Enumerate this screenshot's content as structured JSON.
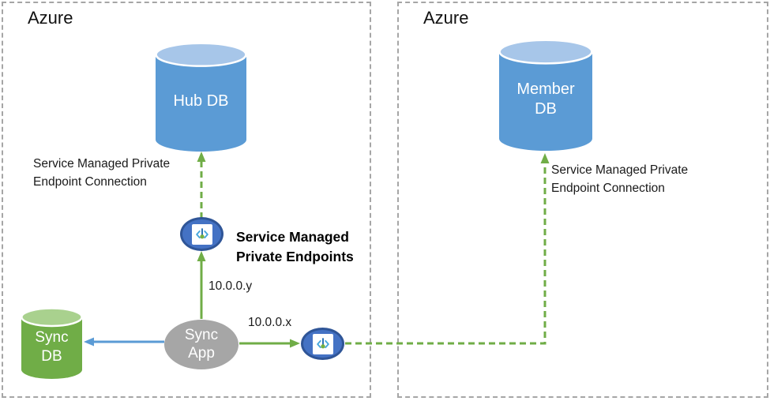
{
  "regions": {
    "left": {
      "label": "Azure"
    },
    "right": {
      "label": "Azure"
    }
  },
  "nodes": {
    "hub_db": {
      "label": "Hub DB",
      "body_color": "#5b9bd5",
      "top_color": "#a7c6e9"
    },
    "member_db": {
      "label": "Member\nDB",
      "body_color": "#5b9bd5",
      "top_color": "#a7c6e9"
    },
    "sync_db": {
      "label": "Sync\nDB",
      "body_color": "#70ad47",
      "top_color": "#a9d18e"
    },
    "sync_app": {
      "label": "Sync\nApp",
      "body_color": "#a6a6a6"
    },
    "endpoint_hub": {
      "icon": "private-endpoint-icon",
      "fill": "#4472c4",
      "border": "#2f5597"
    },
    "endpoint_member": {
      "icon": "private-endpoint-icon",
      "fill": "#4472c4",
      "border": "#2f5597"
    }
  },
  "labels": {
    "hub_connection": "Service Managed Private\nEndpoint Connection",
    "member_connection": "Service Managed Private\nEndpoint Connection",
    "endpoints_title": "Service Managed\nPrivate Endpoints",
    "ip_y": "10.0.0.y",
    "ip_x": "10.0.0.x"
  },
  "connectors": {
    "green": "#70ad47",
    "blue": "#5b9bd5",
    "region_border_gray": "#a6a6a6"
  }
}
